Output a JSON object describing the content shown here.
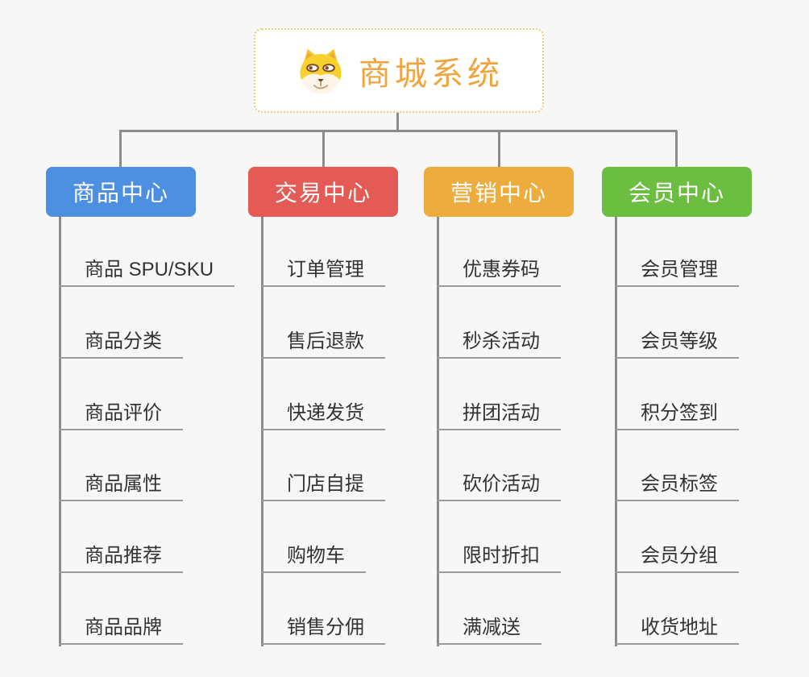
{
  "root": {
    "title": "商城系统",
    "icon": "dog-face-icon"
  },
  "columns": [
    {
      "title": "商品中心",
      "color": "#4d90e2",
      "items": [
        "商品 SPU/SKU",
        "商品分类",
        "商品评价",
        "商品属性",
        "商品推荐",
        "商品品牌"
      ]
    },
    {
      "title": "交易中心",
      "color": "#e45b55",
      "items": [
        "订单管理",
        "售后退款",
        "快递发货",
        "门店自提",
        "购物车",
        "销售分佣"
      ]
    },
    {
      "title": "营销中心",
      "color": "#ecac3e",
      "items": [
        "优惠券码",
        "秒杀活动",
        "拼团活动",
        "砍价活动",
        "限时折扣",
        "满减送"
      ]
    },
    {
      "title": "会员中心",
      "color": "#6cbe40",
      "items": [
        "会员管理",
        "会员等级",
        "积分签到",
        "会员标签",
        "会员分组",
        "收货地址"
      ]
    }
  ],
  "colors": {
    "background": "#f7f7f7",
    "connector": "#8c8c8c",
    "leaf_underline": "#9a9a9a",
    "leaf_text": "#333333",
    "root_text": "#f0a43e",
    "root_border": "#f5c878",
    "branch_text": "#ffffff"
  }
}
